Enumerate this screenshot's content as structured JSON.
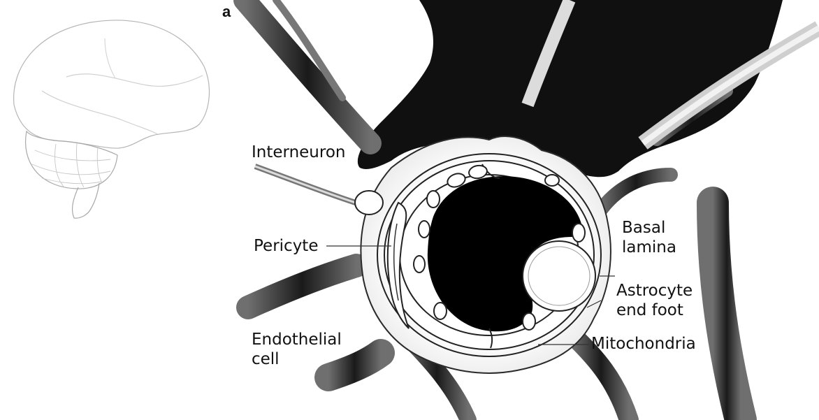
{
  "figure": {
    "panel_label": "a",
    "labels": {
      "interneuron": "Interneuron",
      "pericyte": "Pericyte",
      "endothelial_line1": "Endothelial",
      "endothelial_line2": "cell",
      "basal_line1": "Basal",
      "basal_line2": "lamina",
      "astrocyte_line1": "Astrocyte",
      "astrocyte_line2": "end foot",
      "mitochondria": "Mitochondria"
    },
    "colors": {
      "background": "#ffffff",
      "astrocyte": "#111111",
      "cell_fill": "#ffffff",
      "outline": "#222222"
    }
  }
}
